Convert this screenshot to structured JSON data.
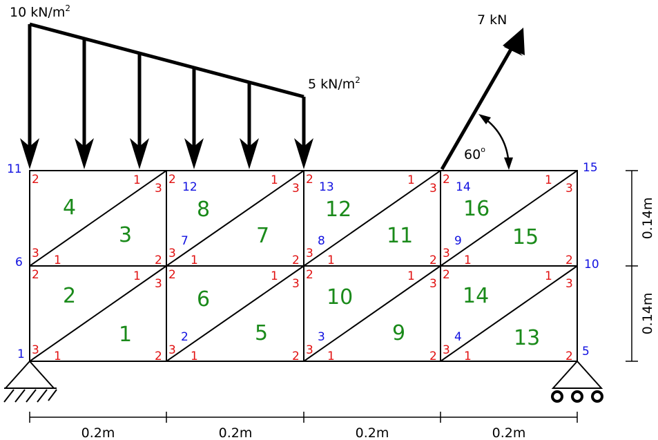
{
  "loads": {
    "distributed_left": "10 kN/m",
    "distributed_left_exp": "2",
    "distributed_right": "5 kN/m",
    "distributed_right_exp": "2",
    "point_load": "7 kN",
    "angle": "60",
    "angle_unit": "o"
  },
  "dimensions": {
    "span": "0.2m",
    "height": "0.14m"
  },
  "nodes": [
    "1",
    "2",
    "3",
    "4",
    "5",
    "6",
    "7",
    "8",
    "9",
    "10",
    "11",
    "12",
    "13",
    "14",
    "15"
  ],
  "elements": [
    "1",
    "2",
    "3",
    "4",
    "5",
    "6",
    "7",
    "8",
    "9",
    "10",
    "11",
    "12",
    "13",
    "14",
    "15",
    "16"
  ],
  "local_nodes": [
    "1",
    "2",
    "3"
  ],
  "colors": {
    "node_numbers": "#1010e0",
    "element_numbers": "#1a8a1a",
    "local_node_numbers": "#e01010",
    "structure": "#000000"
  }
}
